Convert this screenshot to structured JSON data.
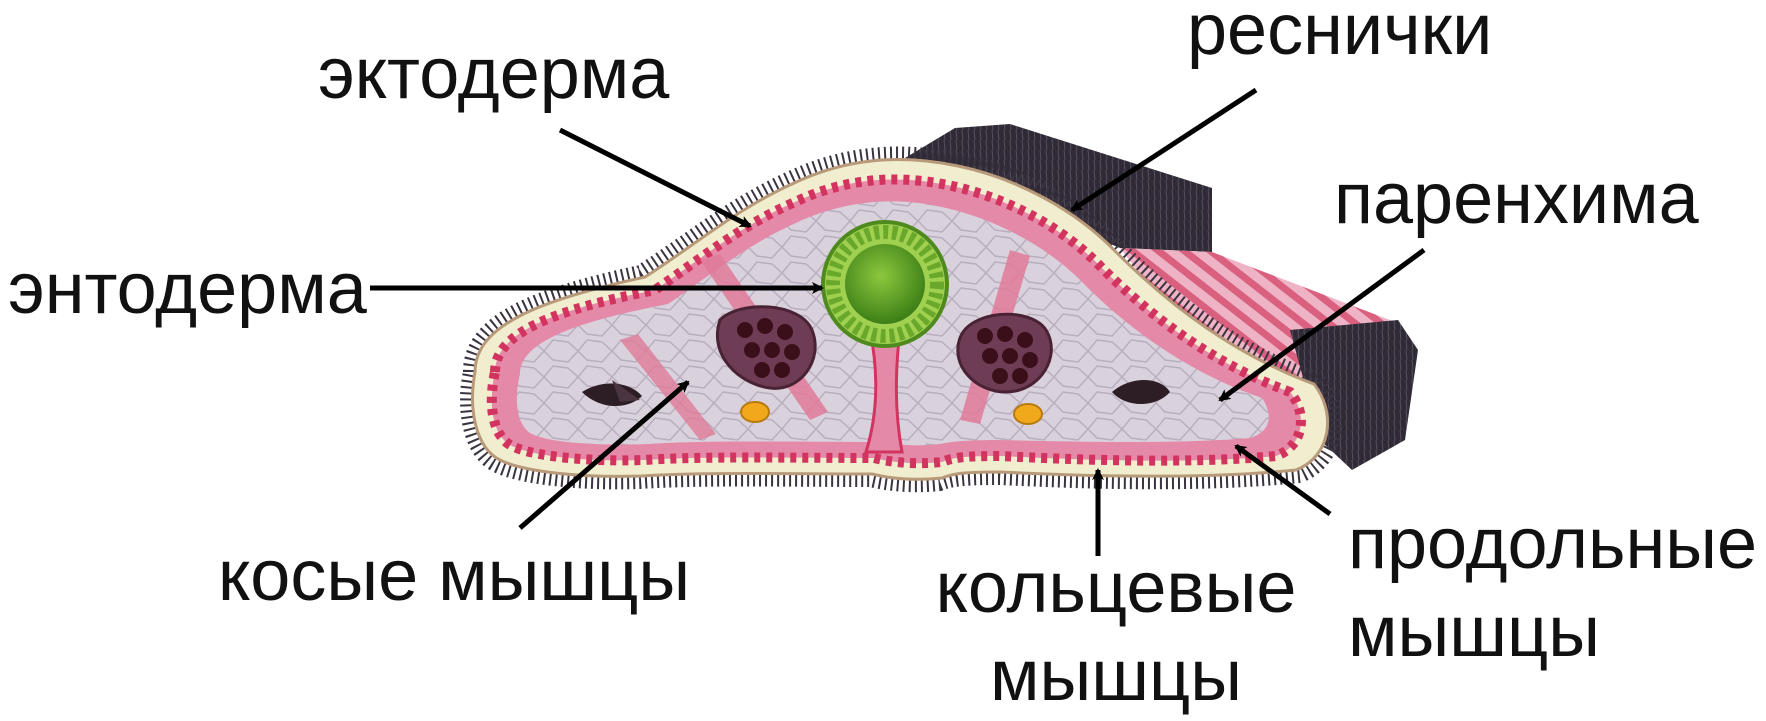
{
  "colors": {
    "background": "#ffffff",
    "text": "#111111",
    "arrow": "#000000",
    "body_pink": "#e48aa8",
    "muscle_red": "#d2335f",
    "parenchyma": "#d9d2dc",
    "cilia": "#2a2530",
    "ectoderm_cells": "#f1eed0",
    "gut_green": "#5aa628",
    "gut_ring": "#9fd050",
    "gonad": "#6e3d55",
    "gonad_dots": "#3a0f1a",
    "yolk": "#f2a81b"
  },
  "labels": {
    "ectoderm": "эктодерма",
    "cilia": "реснички",
    "parenchyma": "паренхима",
    "endoderm": "энтодерма",
    "oblique_muscles": "косые мышцы",
    "circular_muscles": "кольцевые мышцы",
    "longitudinal_muscles": "продольные мышцы"
  }
}
